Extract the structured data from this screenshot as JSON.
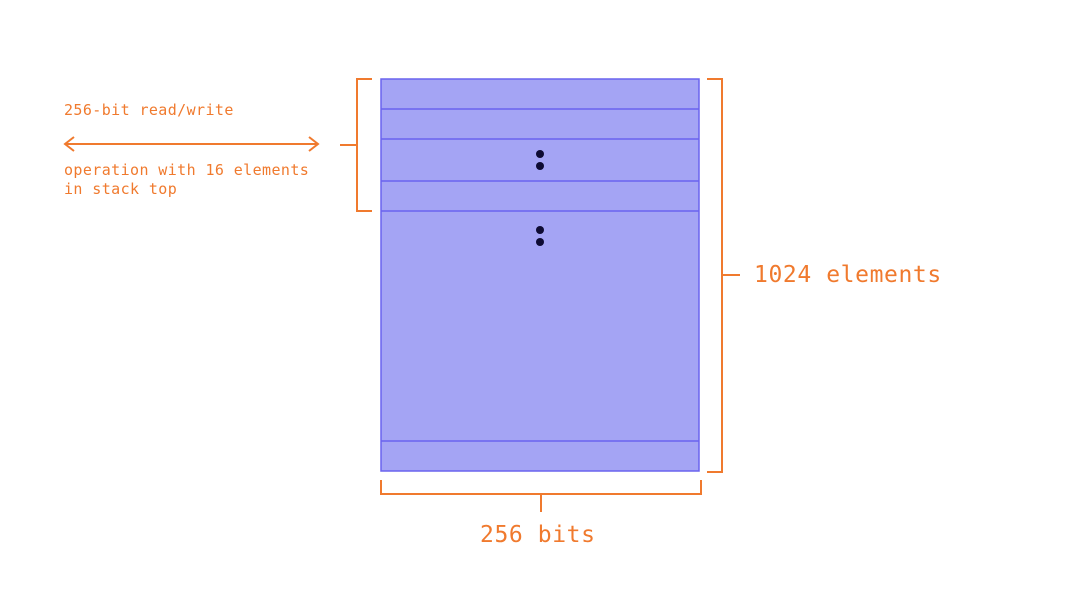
{
  "labels": {
    "rw_title": "256-bit read/write",
    "rw_desc_1": "operation with 16 elements",
    "rw_desc_2": "in stack top",
    "height_label": "1024 elements",
    "width_label": "256 bits"
  },
  "colors": {
    "accent": "#f07a2e",
    "stack_fill": "#a4a4f4",
    "stack_line": "#6a63ee",
    "dots": "#0e0b33"
  }
}
